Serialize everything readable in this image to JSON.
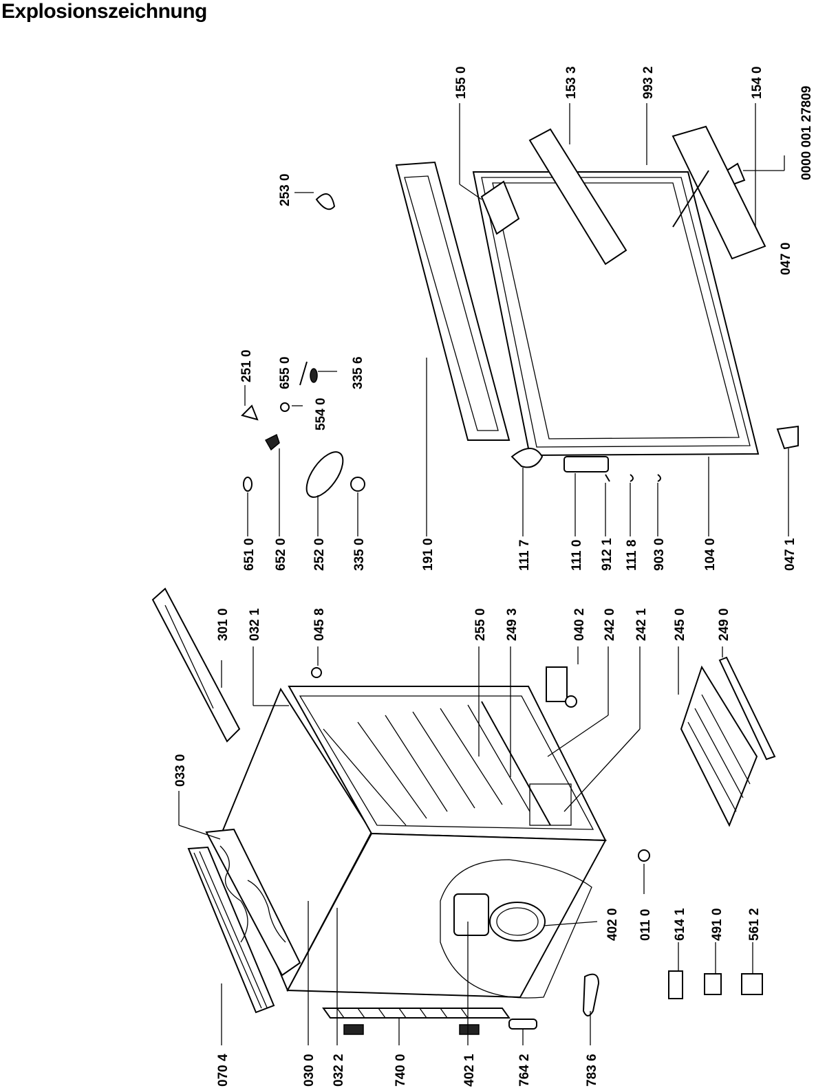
{
  "title": "Explosionszeichnung",
  "doc_number": "0000 001 27809",
  "parts": {
    "p070_4": "070 4",
    "p030_0": "030 0",
    "p032_2": "032 2",
    "p740_0": "740 0",
    "p402_1": "402 1",
    "p764_2": "764 2",
    "p783_6": "783 6",
    "p033_0": "033 0",
    "p301_0": "301 0",
    "p032_1": "032 1",
    "p045_8": "045 8",
    "p255_0": "255 0",
    "p249_3": "249 3",
    "p040_2": "040 2",
    "p242_0": "242 0",
    "p242_1": "242 1",
    "p245_0": "245 0",
    "p249_0": "249 0",
    "p011_0": "011 0",
    "p614_1": "614 1",
    "p491_0": "491 0",
    "p561_2": "561 2",
    "p402_0": "402 0",
    "p651_0": "651 0",
    "p652_0": "652 0",
    "p252_0": "252 0",
    "p335_0": "335 0",
    "p251_0": "251 0",
    "p655_0": "655 0",
    "p554_0": "554 0",
    "p253_0": "253 0",
    "p335_6": "335 6",
    "p191_0": "191 0",
    "p111_7": "111 7",
    "p111_0": "111 0",
    "p912_1": "912 1",
    "p111_8": "111 8",
    "p903_0": "903 0",
    "p104_0": "104 0",
    "p047_1": "047 1",
    "p047_0": "047 0",
    "p155_0": "155 0",
    "p153_3": "153 3",
    "p993_2": "993 2",
    "p154_0": "154 0"
  }
}
